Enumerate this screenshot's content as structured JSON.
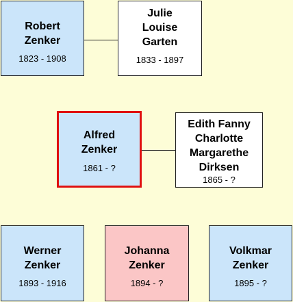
{
  "people": {
    "robert": {
      "first": "Robert",
      "last": "Zenker",
      "dates": "1823 - 1908"
    },
    "julie": {
      "lines": [
        "Julie",
        "Louise",
        "Garten"
      ],
      "dates": "1833 - 1897"
    },
    "alfred": {
      "first": "Alfred",
      "last": "Zenker",
      "dates": "1861 - ?"
    },
    "edith": {
      "lines": [
        "Edith Fanny",
        "Charlotte",
        "Margarethe",
        "Dirksen"
      ],
      "dates": "1865 - ?"
    },
    "werner": {
      "first": "Werner",
      "last": "Zenker",
      "dates": "1893 - 1916"
    },
    "johanna": {
      "first": "Johanna",
      "last": "Zenker",
      "dates": "1894 - ?"
    },
    "volkmar": {
      "first": "Volkmar",
      "last": "Zenker",
      "dates": "1895 - ?"
    }
  },
  "colors": {
    "background": "#fdfdd7",
    "male": "#cbe5fa",
    "female": "#ffffff",
    "daughter": "#fbc6c6",
    "focus_border": "#e01010"
  }
}
